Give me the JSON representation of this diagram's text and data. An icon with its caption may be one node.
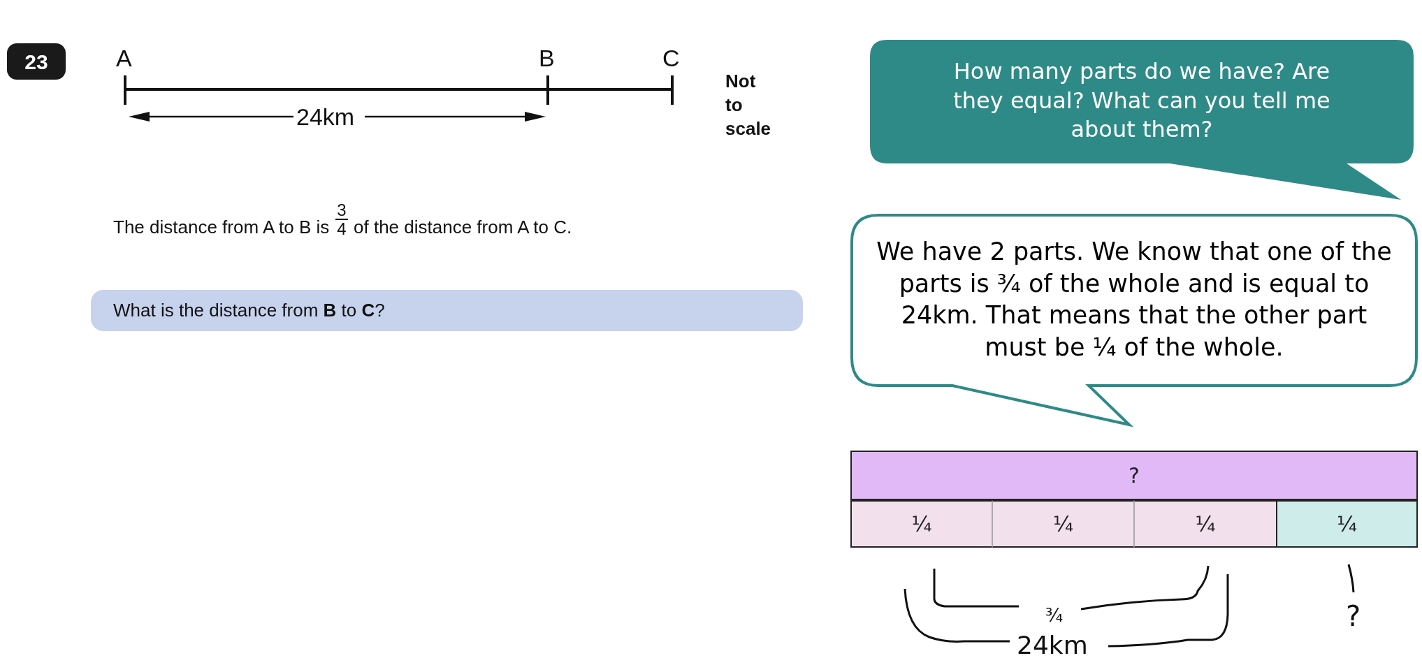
{
  "diagram": {
    "nodes": [
      {
        "text": [
          "How many parts do we have? Are they equal? What can you tell me about them?"
        ]
      },
      {
        "text": [
          "We have 2 parts. We know that one of the parts is ¾ of the whole and is equal to 24km. That means that the other part must be ¼ of the whole."
        ]
      },
      {
        "text": [
          "?"
        ]
      },
      {
        "text": [
          "¼"
        ]
      },
      {
        "text": [
          "¼"
        ]
      },
      {
        "text": [
          "¼"
        ]
      },
      {
        "text": [
          "¼"
        ]
      }
    ],
    "labels": [
      "23",
      "A",
      "B",
      "C",
      "24km",
      "Not to scale",
      "The distance from A to B is",
      "3",
      "4",
      "of the distance from A to C.",
      "What is the distance from **B** to **C**?",
      "¾",
      "24km",
      "?"
    ]
  }
}
